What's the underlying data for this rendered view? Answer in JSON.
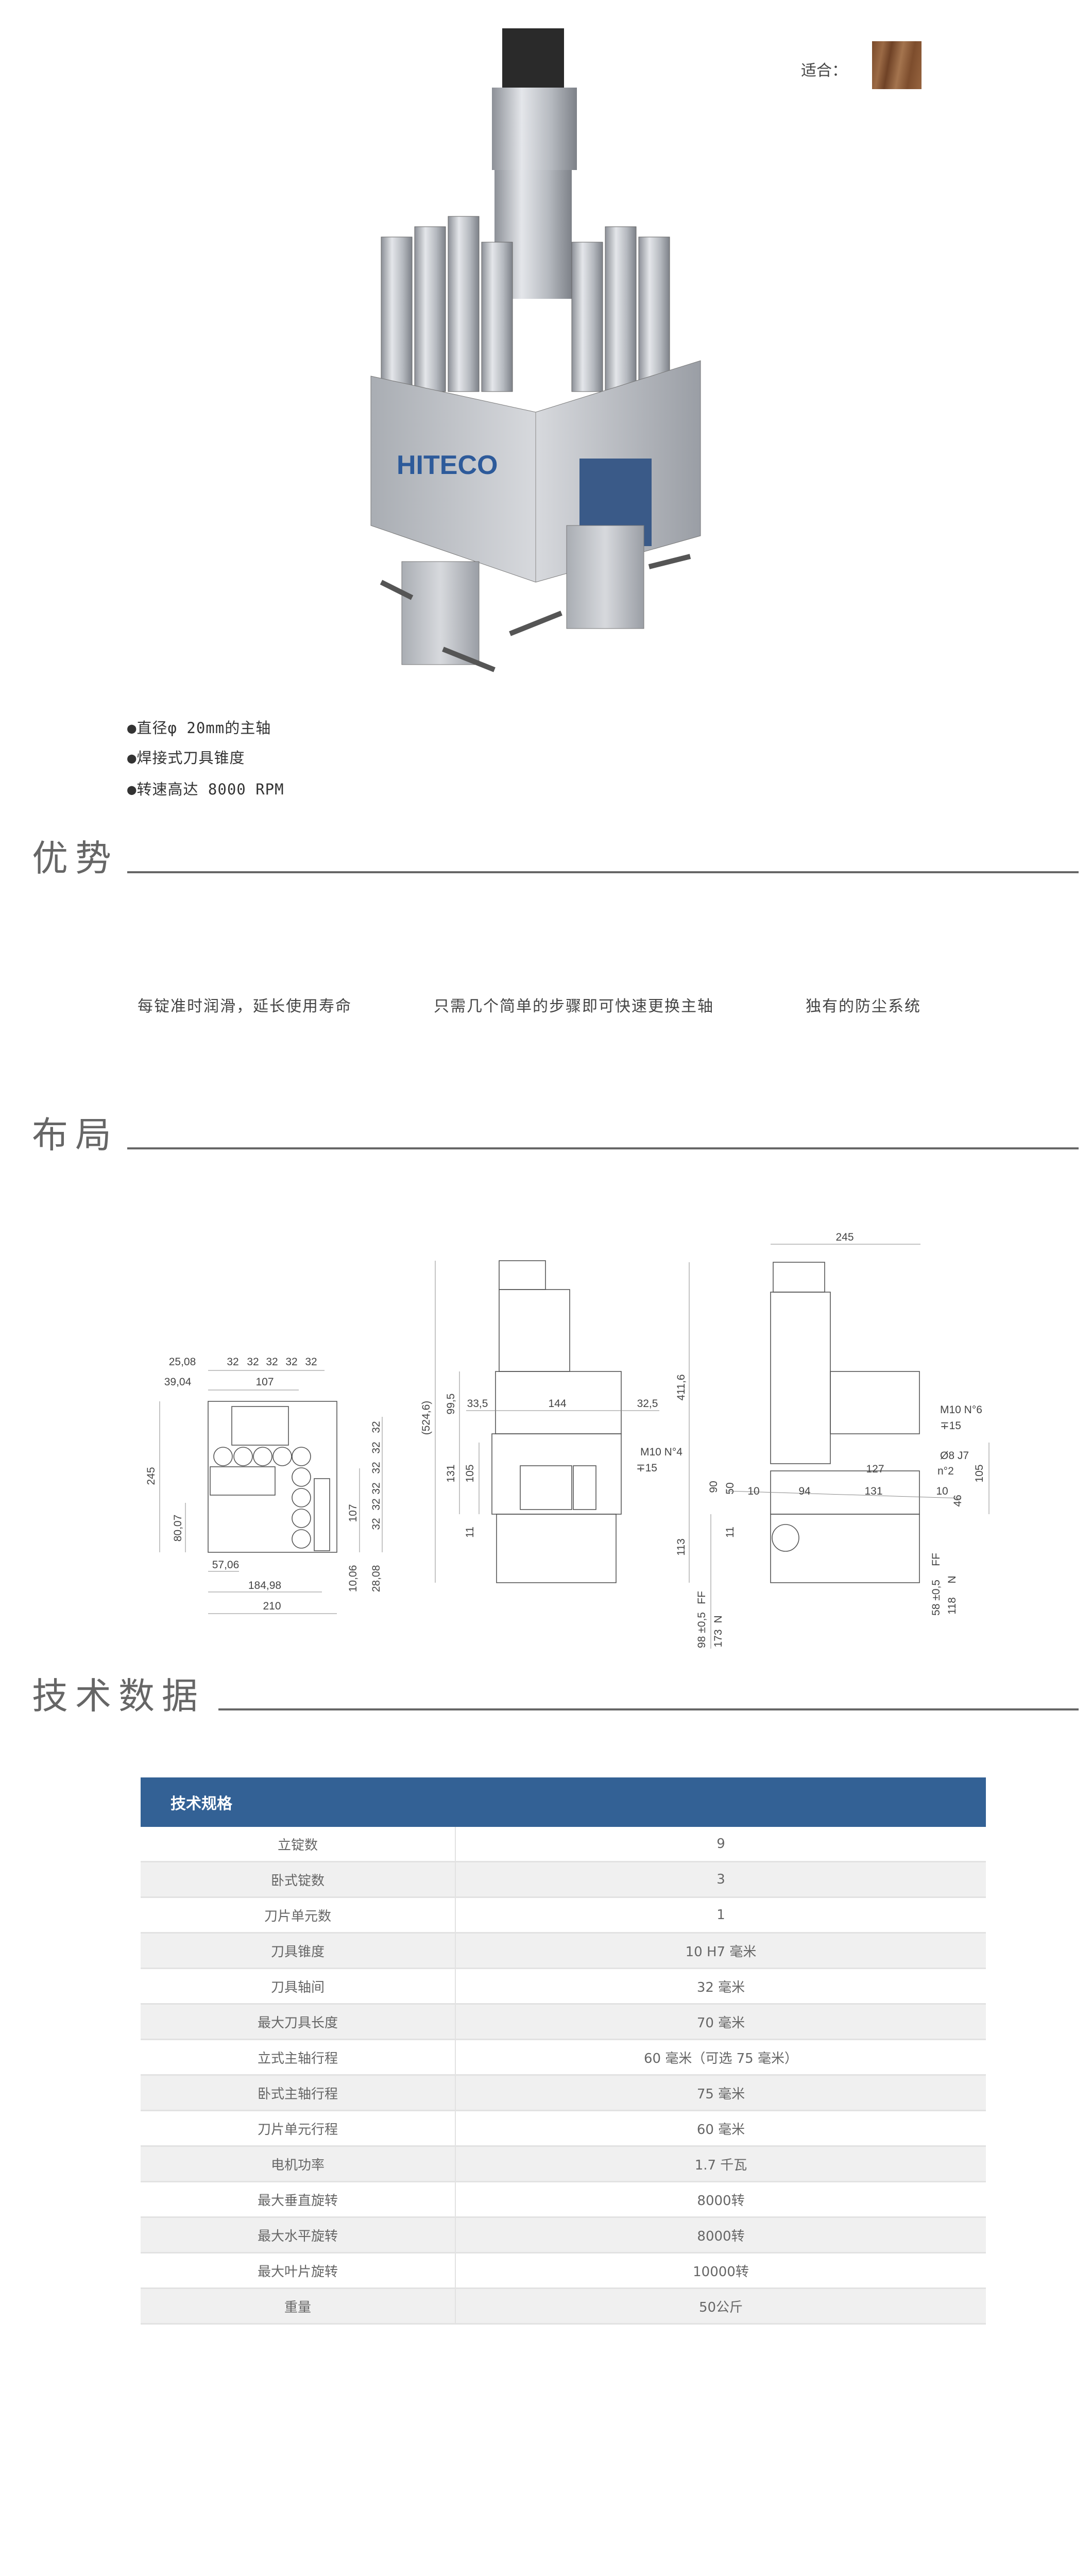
{
  "suitable": {
    "label": "适合：",
    "material_swatch_color": "#8a5a36",
    "material_icon": "wood-texture"
  },
  "product": {
    "brand_logo_text": "HITECO",
    "image": "drilling-head-product-photo"
  },
  "features": [
    "●直径φ 20mm的主轴",
    "●焊接式刀具锥度",
    "●转速高达 8000 RPM"
  ],
  "sections": {
    "advantages": "优势",
    "layout": "布局",
    "tech_data": "技术数据"
  },
  "advantages": [
    "每锭准时润滑，延长使用寿命",
    "只需几个简单的步骤即可快速更换主轴",
    "独有的防尘系统"
  ],
  "drawing": {
    "left": [
      "25,08",
      "32",
      "32",
      "32",
      "32",
      "32",
      "39,04",
      "107",
      "245",
      "80,07",
      "57,06",
      "184,98",
      "210",
      "32",
      "32",
      "32",
      "32",
      "32",
      "32",
      "107",
      "10,06",
      "28,08"
    ],
    "middle": [
      "(524,6)",
      "99,5",
      "33,5",
      "144",
      "32,5",
      "M10 N°4",
      "∓15",
      "131",
      "105",
      "11"
    ],
    "right": [
      "245",
      "411,6",
      "M10 N°6",
      "∓15",
      "Ø8 J7",
      "n°2",
      "127",
      "105",
      "90",
      "50",
      "10",
      "94",
      "131",
      "10",
      "46",
      "11",
      "113",
      "FF",
      "58 ±0,5",
      "N",
      "118",
      "FF",
      "98 ±0,5",
      "N",
      "173"
    ]
  },
  "spec_table": {
    "title": "技术规格",
    "header_color": "#336195",
    "rows": [
      [
        "立锭数",
        "9"
      ],
      [
        "卧式锭数",
        "3"
      ],
      [
        "刀片单元数",
        "1"
      ],
      [
        "刀具锥度",
        "10 H7 毫米"
      ],
      [
        "刀具轴间",
        "32 毫米"
      ],
      [
        "最大刀具长度",
        "70 毫米"
      ],
      [
        "立式主轴行程",
        "60 毫米（可选 75 毫米）"
      ],
      [
        "卧式主轴行程",
        "75 毫米"
      ],
      [
        "刀片单元行程",
        "60 毫米"
      ],
      [
        "电机功率",
        "1.7 千瓦"
      ],
      [
        "最大垂直旋转",
        "8000转"
      ],
      [
        "最大水平旋转",
        "8000转"
      ],
      [
        "最大叶片旋转",
        "10000转"
      ],
      [
        "重量",
        "50公斤"
      ]
    ]
  }
}
